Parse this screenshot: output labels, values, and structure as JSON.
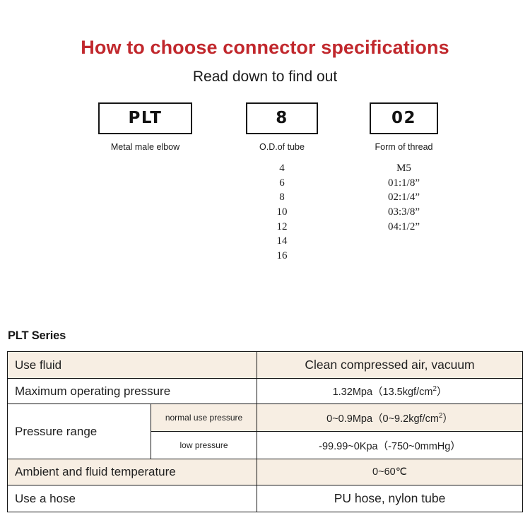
{
  "header": {
    "title": "How to choose connector specifications",
    "subtitle": "Read down to find out",
    "title_color": "#c1282d"
  },
  "code_breakdown": [
    {
      "box_value": "PLT",
      "caption": "Metal male elbow",
      "options": []
    },
    {
      "box_value": "8",
      "caption": "O.D.of tube",
      "options": [
        "4",
        "6",
        "8",
        "10",
        "12",
        "14",
        "16"
      ]
    },
    {
      "box_value": "02",
      "caption": "Form of thread",
      "options": [
        "M5",
        "01:1/8”",
        "02:1/4”",
        "03:3/8”",
        "04:1/2”"
      ]
    }
  ],
  "series": {
    "heading": "PLT Series"
  },
  "spec_table": {
    "accent_row_color": "#f7eee3",
    "rows": [
      {
        "label": "Use fluid",
        "sublabel": null,
        "value": "Clean compressed air, vacuum",
        "shaded": true
      },
      {
        "label": "Maximum operating pressure",
        "sublabel": null,
        "value_parts": {
          "pre": "1.32Mpa（13.5kgf/cm",
          "sup": "2",
          "post": "）"
        },
        "value": "1.32Mpa（13.5kgf/cm2）",
        "shaded": false
      },
      {
        "label": "Pressure range",
        "sublabel": "normal use pressure",
        "value_parts": {
          "pre": "0~0.9Mpa（0~9.2kgf/cm",
          "sup": "2",
          "post": "）"
        },
        "value": "0~0.9Mpa（0~9.2kgf/cm2）",
        "shaded": true
      },
      {
        "label": "",
        "sublabel": "low pressure",
        "value": "-99.99~0Kpa（-750~0mmHg）",
        "shaded": false
      },
      {
        "label": "Ambient and fluid temperature",
        "sublabel": null,
        "value": "0~60℃",
        "shaded": true
      },
      {
        "label": "Use a hose",
        "sublabel": null,
        "value": "PU hose, nylon tube",
        "shaded": false
      }
    ]
  }
}
